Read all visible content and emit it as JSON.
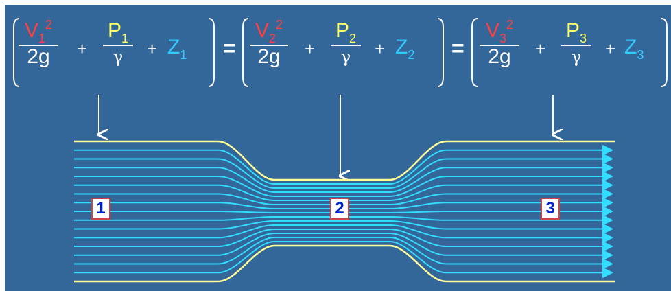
{
  "equation": {
    "sections": [
      {
        "v": "V",
        "v_sub": "1",
        "v_sup": "2",
        "den_v": "2g",
        "p": "P",
        "p_sub": "1",
        "den_p": "γ",
        "z": "Z",
        "z_sub": "1"
      },
      {
        "v": "V",
        "v_sub": "2",
        "v_sup": "2",
        "den_v": "2g",
        "p": "P",
        "p_sub": "2",
        "den_p": "γ",
        "z": "Z",
        "z_sub": "2"
      },
      {
        "v": "V",
        "v_sub": "3",
        "v_sup": "2",
        "den_v": "2g",
        "p": "P",
        "p_sub": "3",
        "den_p": "γ",
        "z": "Z",
        "z_sub": "3"
      }
    ],
    "plus": "+",
    "equals": "="
  },
  "labels": [
    "1",
    "2",
    "3"
  ],
  "colors": {
    "background": "#336699",
    "velocity": "#ff4040",
    "pressure": "#ffff66",
    "elevation": "#33ccff",
    "pipe_wall": "#ffff99",
    "streamline": "#33ddff",
    "label_text": "#0022cc",
    "label_border": "#cc4444"
  }
}
